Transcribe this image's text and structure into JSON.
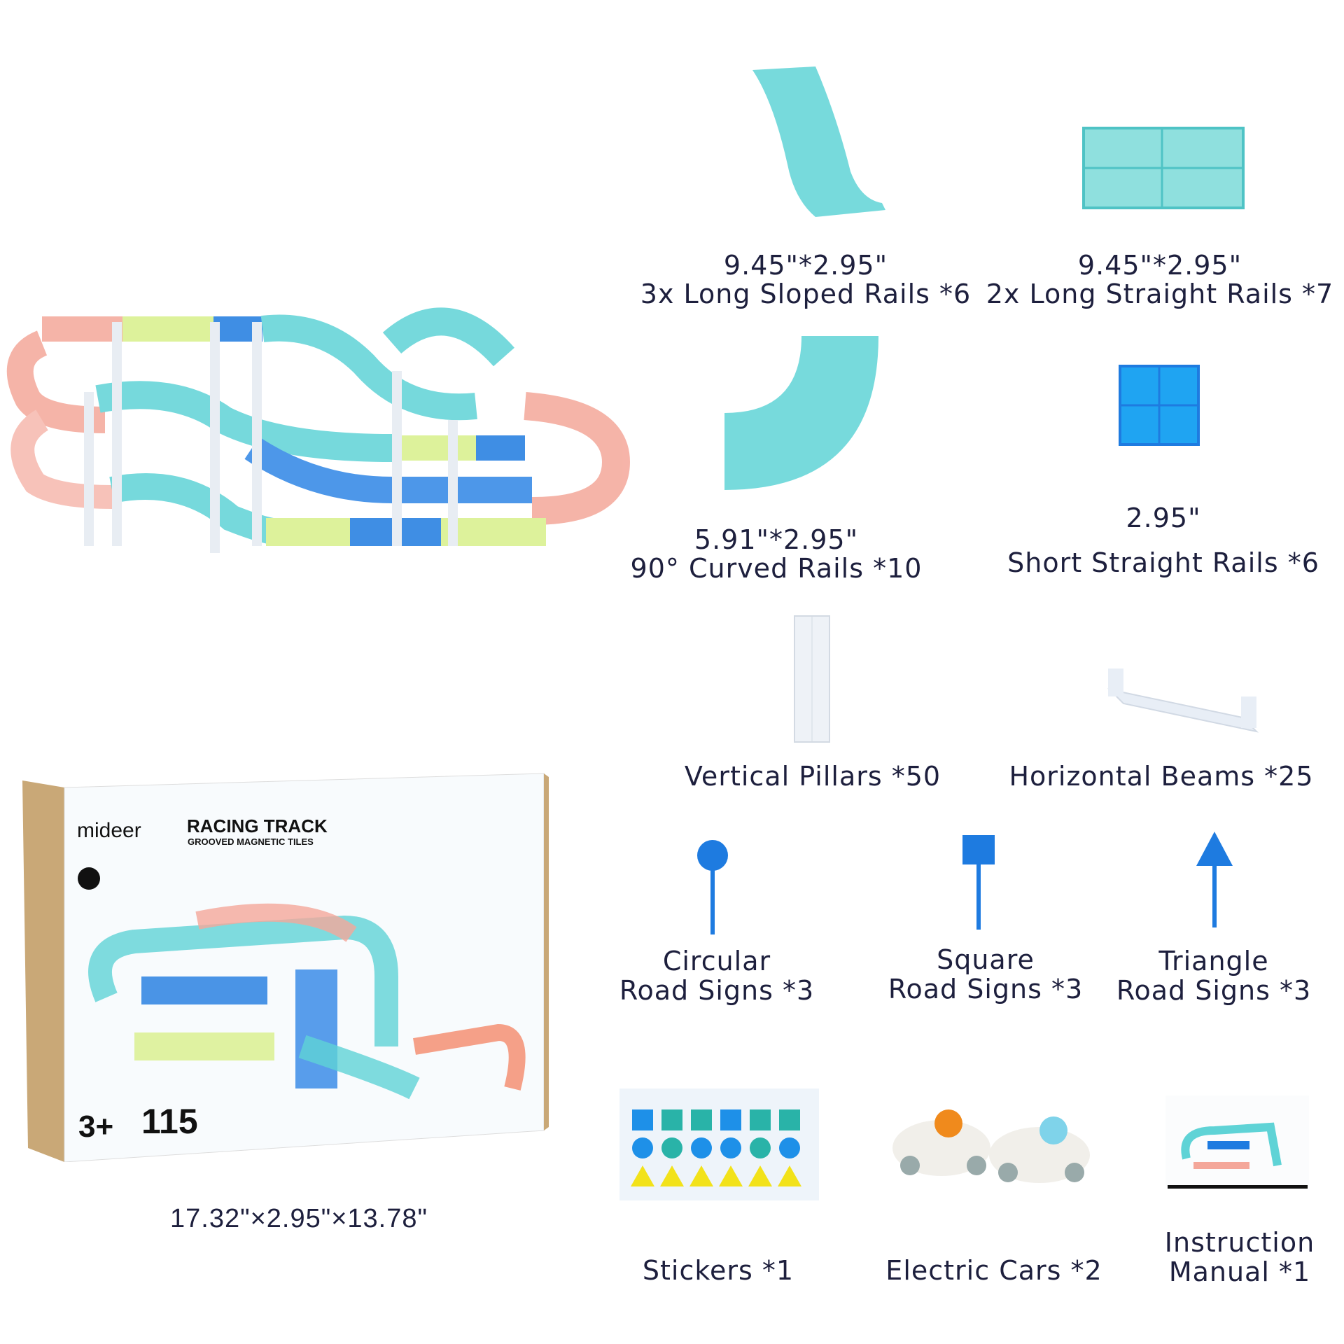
{
  "box": {
    "brand": "mideer",
    "title": "RACING TRACK",
    "subtitle": "GROOVED MAGNETIC TILES",
    "age": "3+",
    "piece_count": "115",
    "dimensions": "17.32\"×2.95\"×13.78\""
  },
  "parts": [
    {
      "size": "9.45\"*2.95\"",
      "name": "3x Long Sloped Rails *6"
    },
    {
      "size": "9.45\"*2.95\"",
      "name": "2x Long Straight Rails *7"
    },
    {
      "size": "5.91\"*2.95\"",
      "name": "90° Curved Rails *10"
    },
    {
      "size": "2.95\"",
      "name": "Short Straight Rails *6"
    },
    {
      "name": "Vertical Pillars *50"
    },
    {
      "name": "Horizontal Beams *25"
    },
    {
      "line1": "Circular",
      "line2": "Road Signs *3"
    },
    {
      "line1": "Square",
      "line2": "Road Signs *3"
    },
    {
      "line1": "Triangle",
      "line2": "Road Signs *3"
    },
    {
      "name": "Stickers *1"
    },
    {
      "name": "Electric Cars *2"
    },
    {
      "line1": "Instruction",
      "line2": "Manual *1"
    }
  ],
  "colors": {
    "text": "#1d1f3d",
    "teal": "#5fd3d6",
    "blue": "#1e7be0",
    "coral": "#f4a79a",
    "lime": "#d8f08a"
  }
}
